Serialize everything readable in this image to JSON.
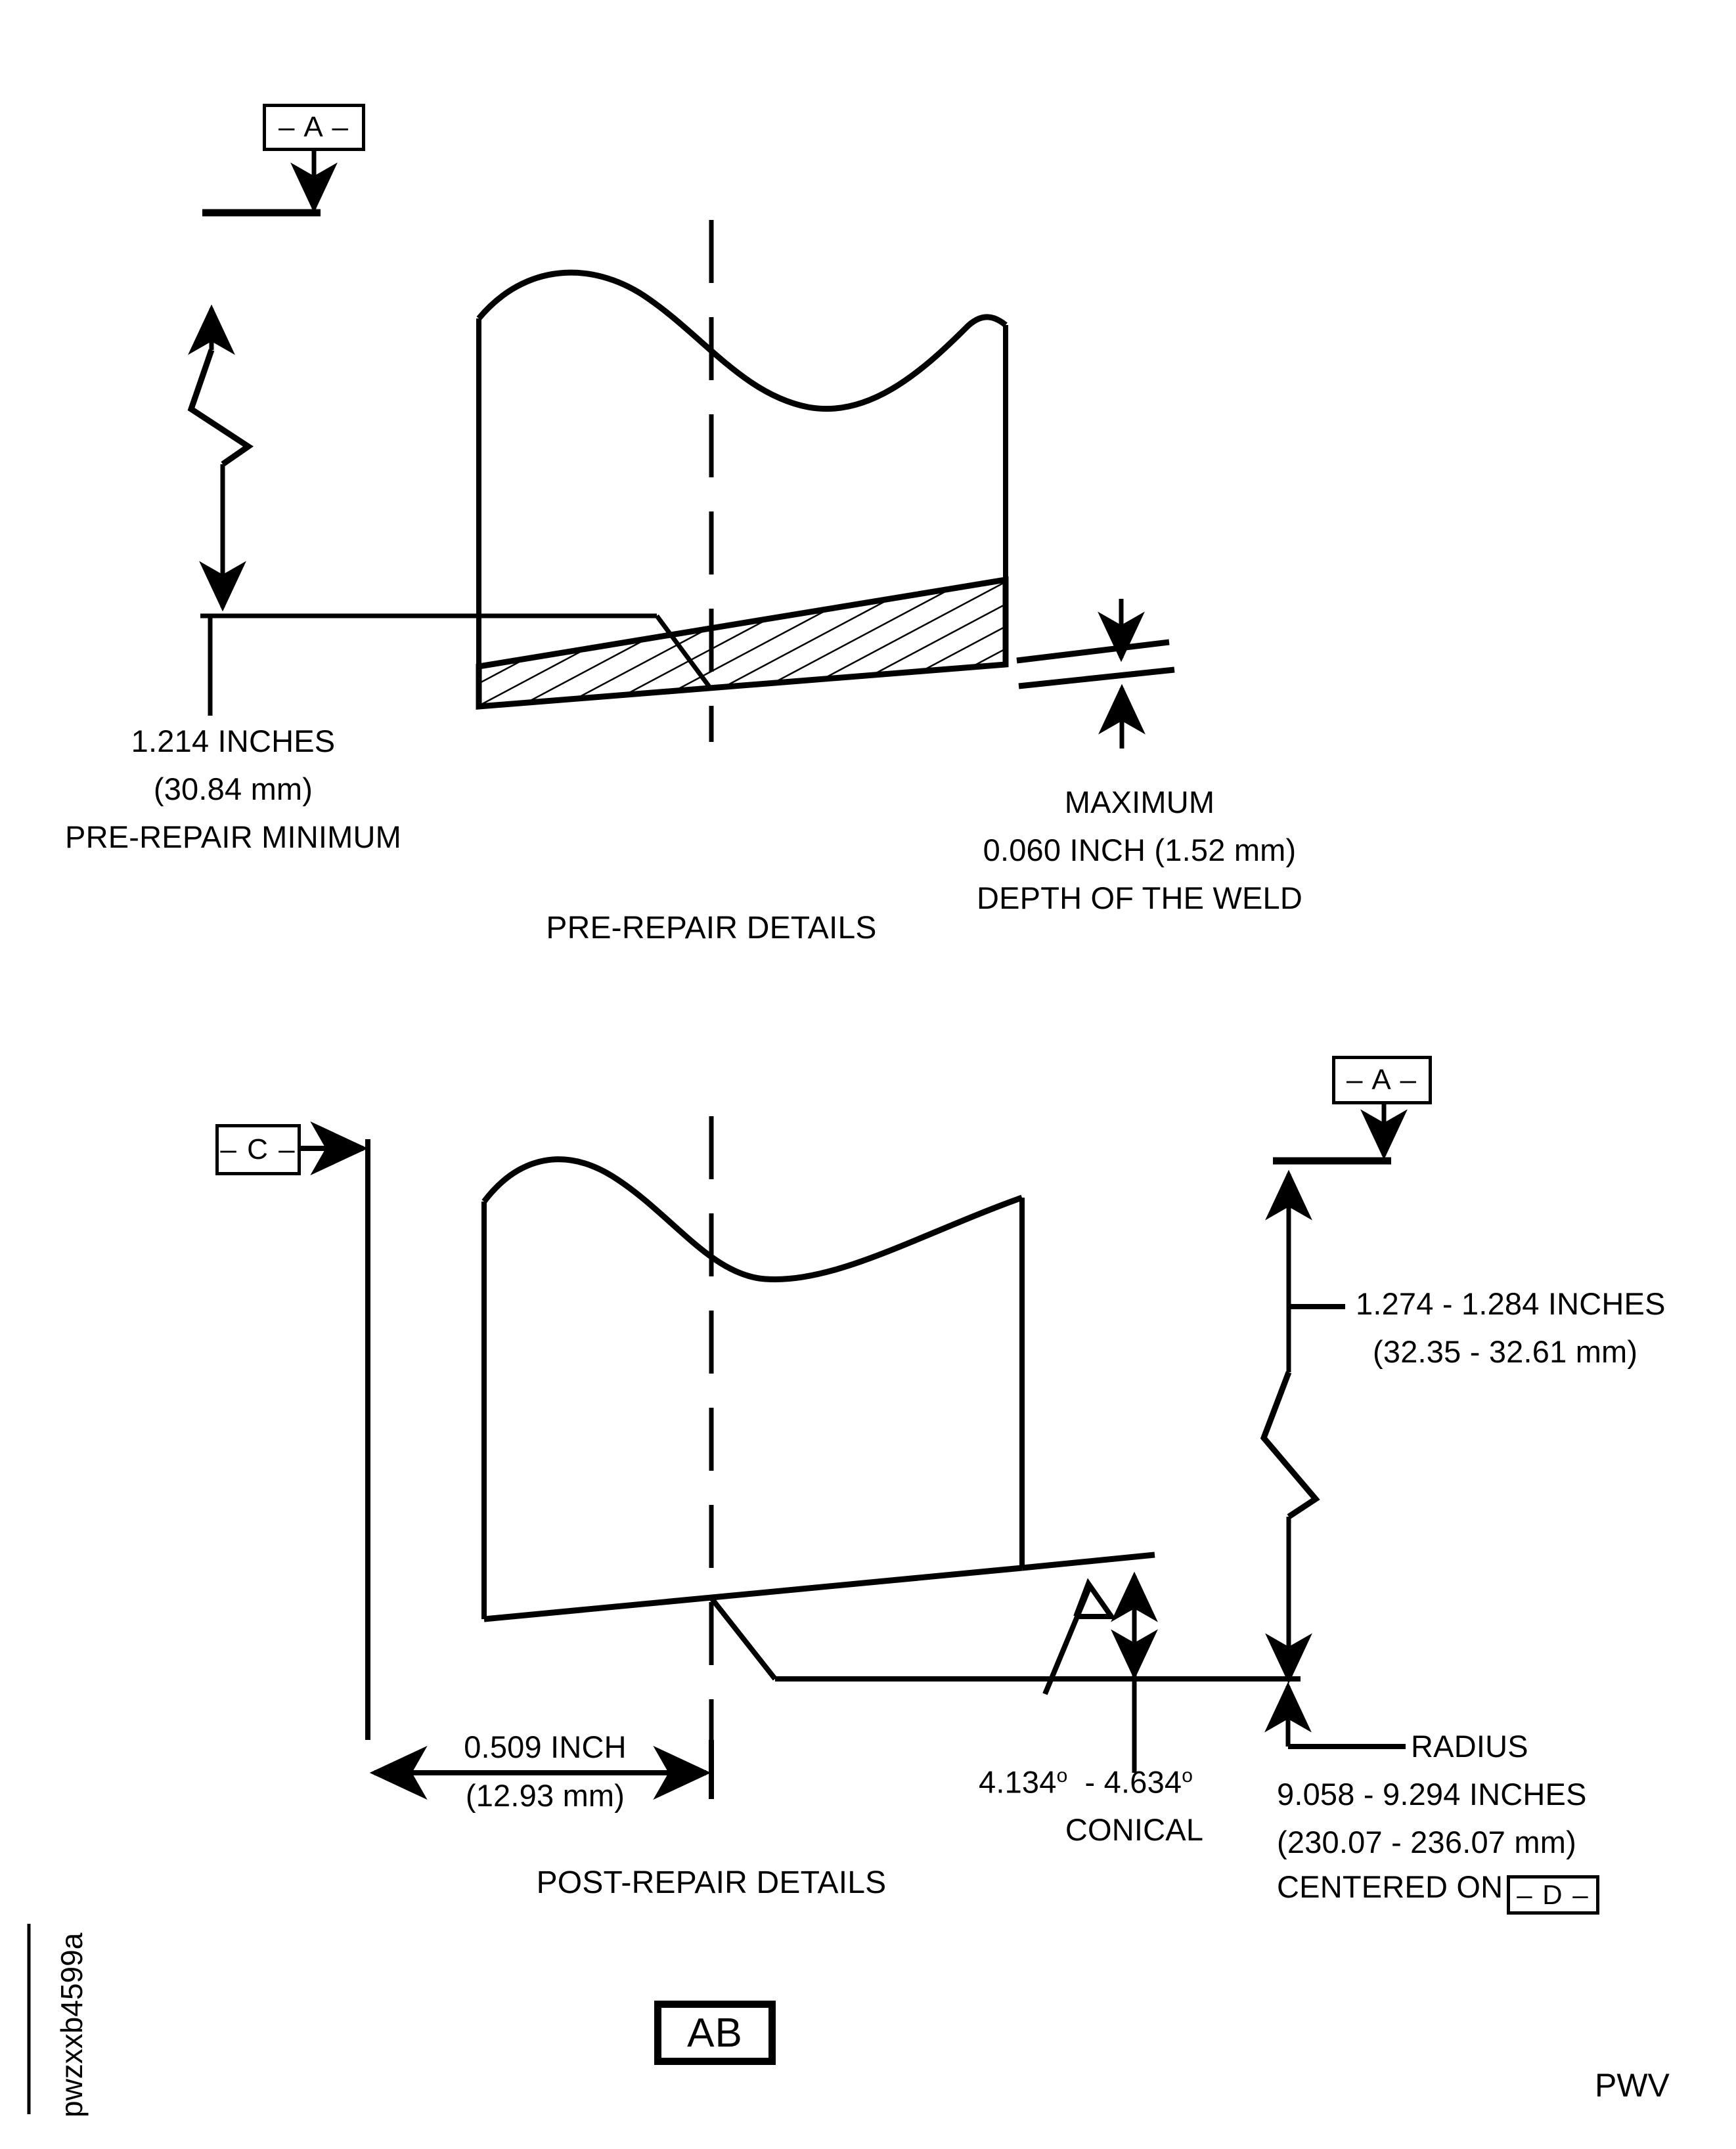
{
  "document": {
    "sheet_code_vertical": "pwzxxb4599a",
    "sheet_code_corner": "PWV",
    "figure_tag": "AB"
  },
  "pre_repair": {
    "title": "PRE-REPAIR DETAILS",
    "datum_a": "– A –",
    "left_dimension": {
      "line1": "1.214 INCHES",
      "line2": "(30.84 mm)",
      "line3": "PRE-REPAIR MINIMUM"
    },
    "right_note": {
      "line1": "MAXIMUM",
      "line2": "0.060 INCH (1.52 mm)",
      "line3": "DEPTH OF THE WELD"
    }
  },
  "post_repair": {
    "title": "POST-REPAIR DETAILS",
    "datum_a": "– A –",
    "datum_c": "– C –",
    "datum_d": "– D –",
    "height_dimension": {
      "line1": "1.274 - 1.284 INCHES",
      "line2": "(32.35 - 32.61 mm)"
    },
    "width_dimension": {
      "line1": "0.509 INCH",
      "line2": "(12.93 mm)"
    },
    "conical_angle": {
      "value_min": "4.134",
      "degree_symbol": "o",
      "separator": "-",
      "value_max": "4.634",
      "label": "CONICAL"
    },
    "radius_note": {
      "line1": "RADIUS",
      "line2": "9.058 - 9.294 INCHES",
      "line3": "(230.07 - 236.07 mm)",
      "line4": "CENTERED ON"
    }
  },
  "style": {
    "ink": "#000000",
    "paper": "#ffffff"
  }
}
